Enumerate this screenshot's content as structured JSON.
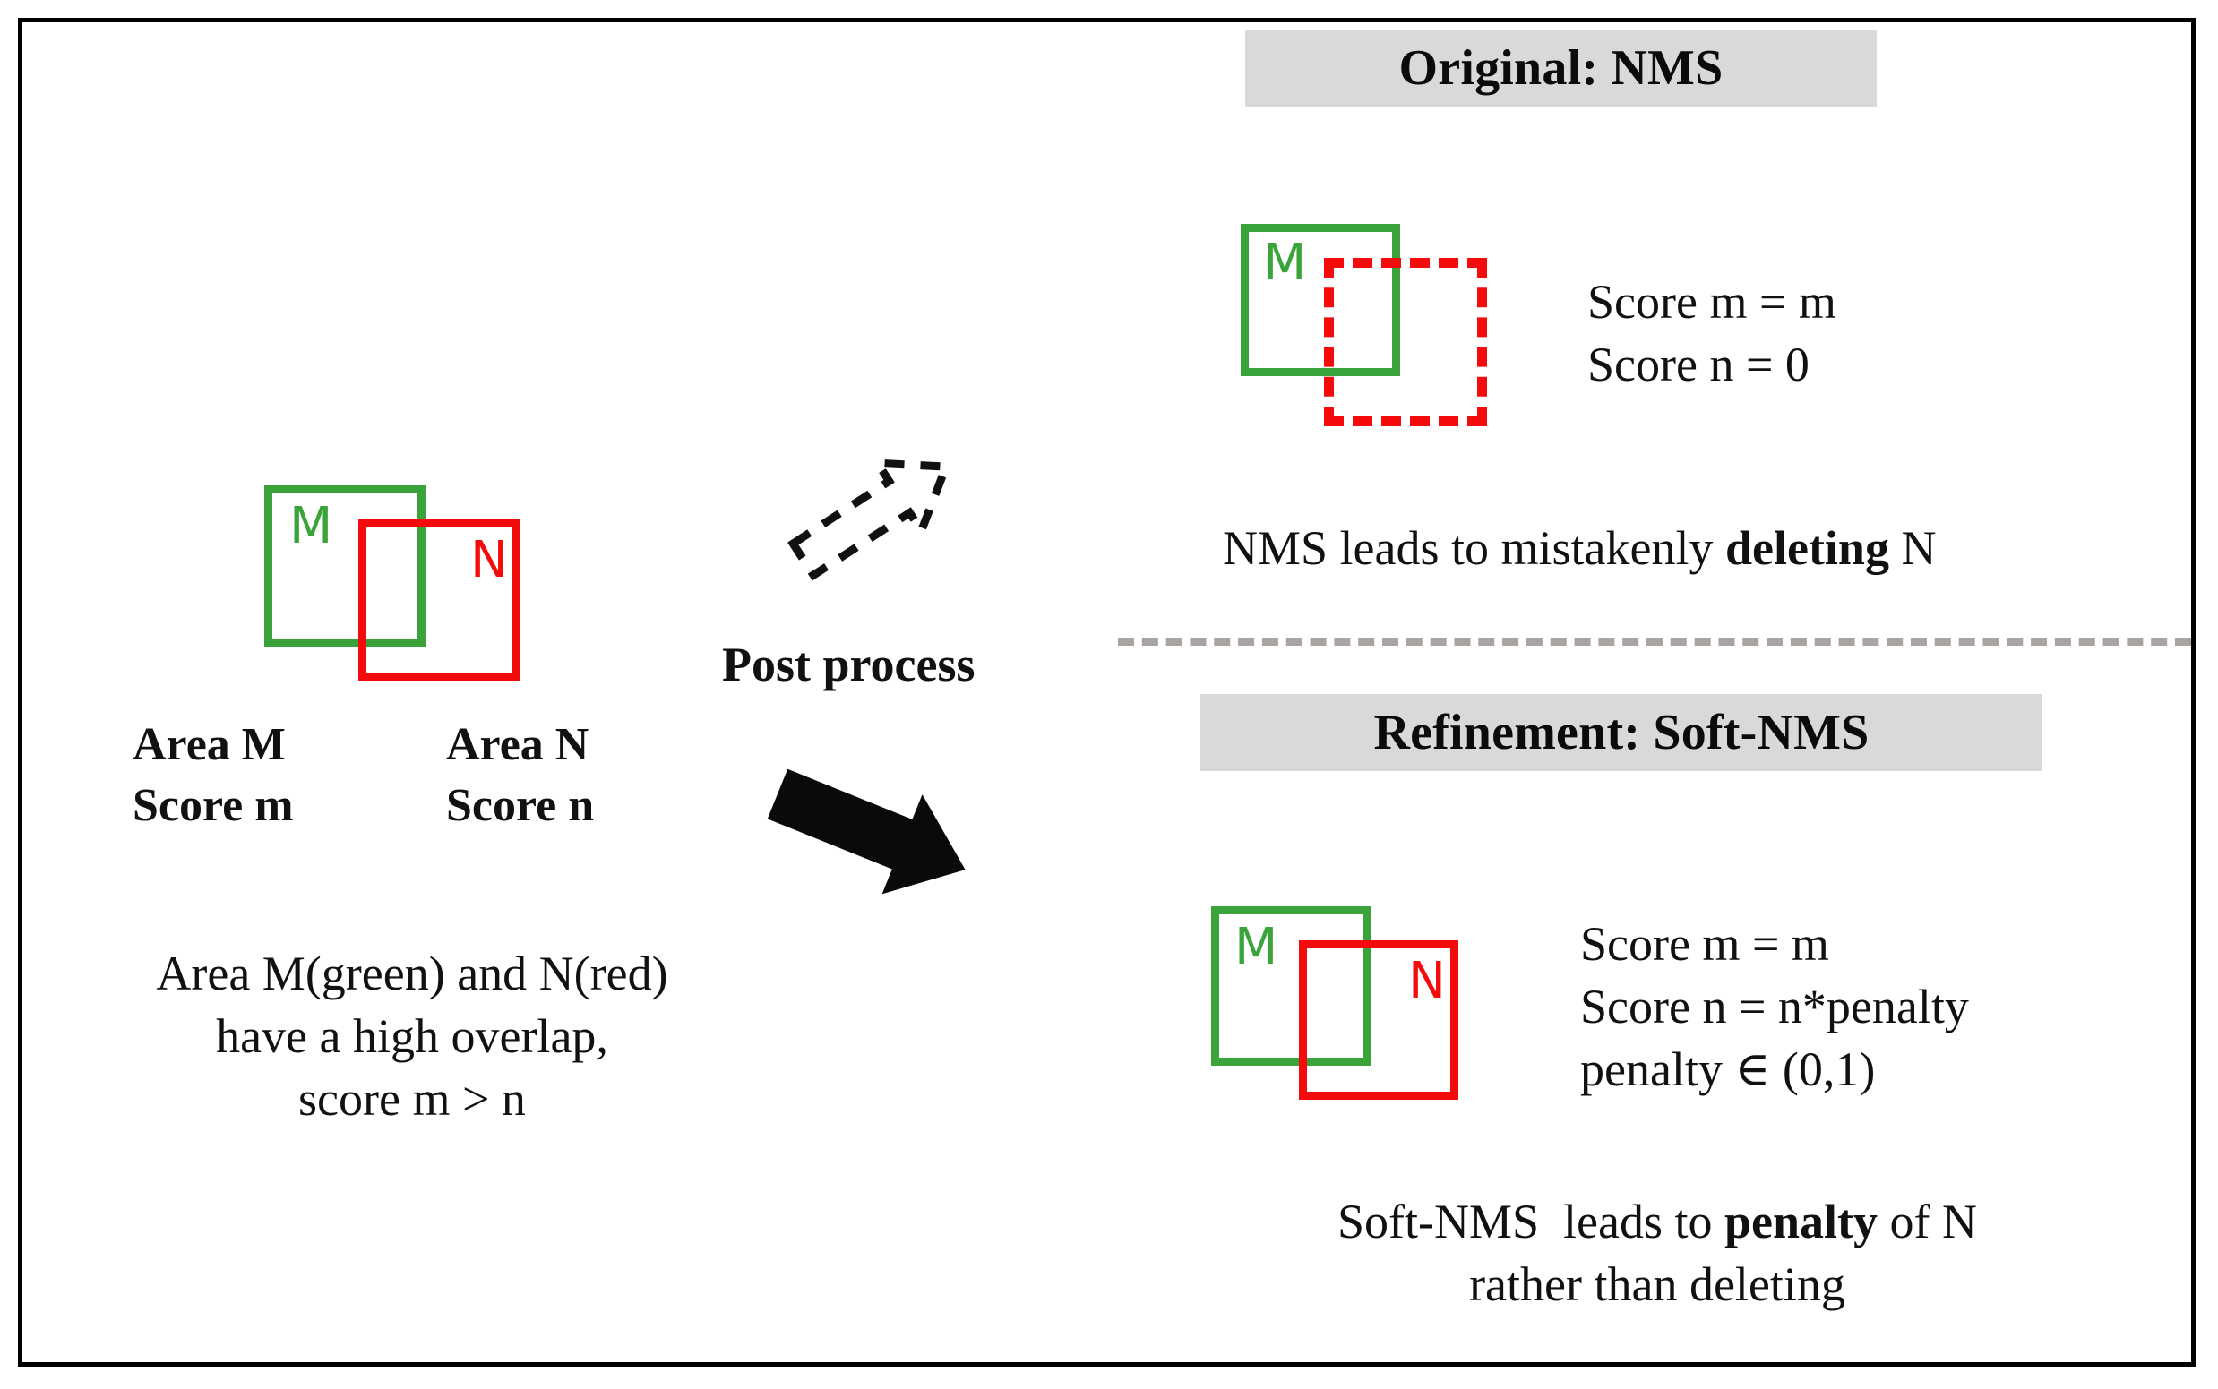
{
  "figure": {
    "border_color": "#000000",
    "background": "#ffffff"
  },
  "palette": {
    "green": "#3aa43a",
    "red": "#f40c0c",
    "band_gray": "#d9d9d9",
    "divider_gray": "#a9a4a2",
    "text": "#111111"
  },
  "left_panel": {
    "boxes": [
      {
        "id": "M",
        "label": "M",
        "color": "#3aa43a",
        "style": "solid"
      },
      {
        "id": "N",
        "label": "N",
        "color": "#f40c0c",
        "style": "solid"
      }
    ],
    "legend": {
      "area_m": "Area M",
      "score_m": "Score m",
      "area_n": "Area N",
      "score_n": "Score n"
    },
    "description": {
      "line1": "Area M(green) and N(red)",
      "line2": "have a high overlap,",
      "line3": "score m > n"
    }
  },
  "transition": {
    "label": "Post process",
    "arrows": [
      {
        "name": "dashed-arrow-up-right",
        "style": "dashed",
        "direction": "up-right"
      },
      {
        "name": "solid-arrow-down-right",
        "style": "solid",
        "direction": "down-right"
      }
    ]
  },
  "nms_panel": {
    "title": "Original: NMS",
    "boxes": [
      {
        "id": "M",
        "label": "M",
        "color": "#3aa43a",
        "style": "solid"
      },
      {
        "id": "N",
        "label": "",
        "color": "#f40c0c",
        "style": "dashed"
      }
    ],
    "scores": {
      "line1": "Score m = m",
      "line2": "Score n = 0"
    },
    "caption": {
      "before": "NMS leads to mistakenly ",
      "emphasis": "deleting",
      "after": " N"
    }
  },
  "softnms_panel": {
    "title": "Refinement: Soft-NMS",
    "boxes": [
      {
        "id": "M",
        "label": "M",
        "color": "#3aa43a",
        "style": "solid"
      },
      {
        "id": "N",
        "label": "N",
        "color": "#f40c0c",
        "style": "solid"
      }
    ],
    "scores": {
      "line1": "Score m = m",
      "line2": "Score n = n*penalty",
      "line3": "penalty ∈ (0,1)"
    },
    "caption": {
      "line1_before": "Soft-NMS  leads to ",
      "line1_emphasis": "penalty",
      "line1_after": " of N",
      "line2": "rather than deleting"
    }
  }
}
